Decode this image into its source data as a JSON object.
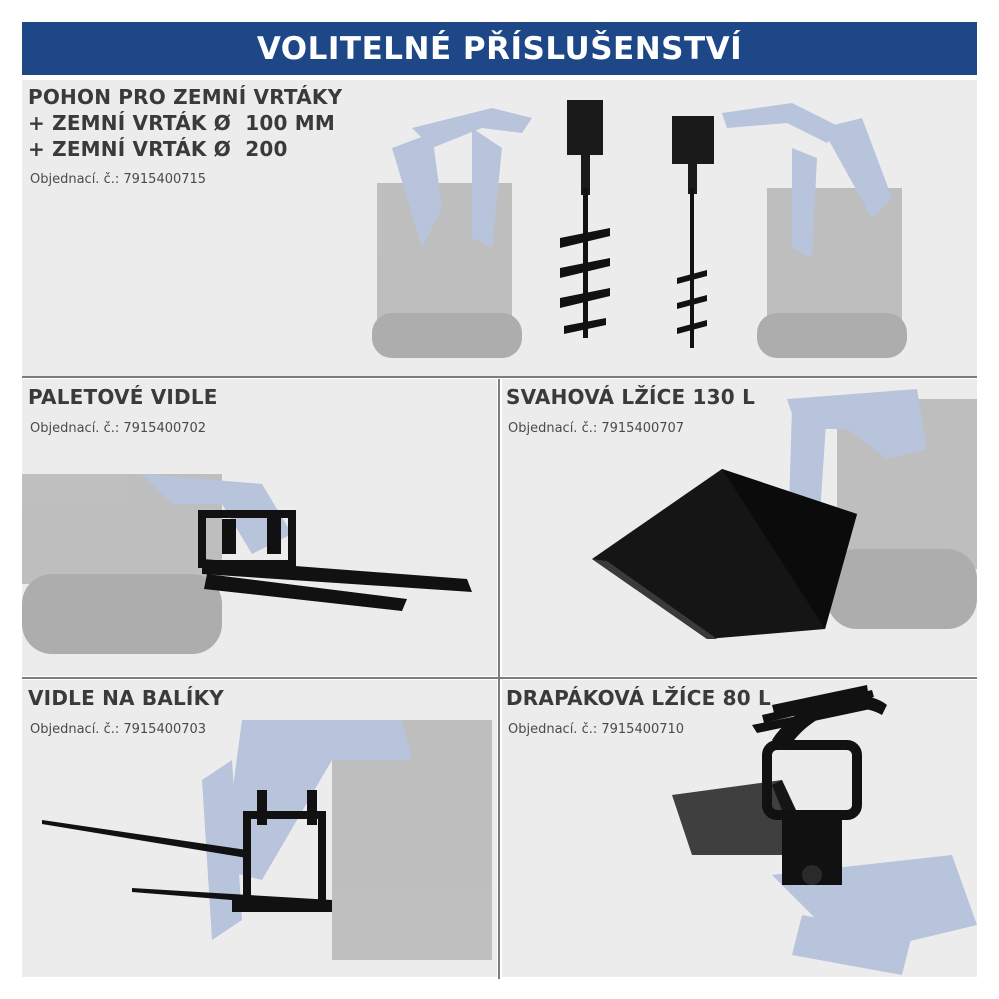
{
  "header": {
    "title": "VOLITELNÉ PŘÍSLUŠENSTVÍ"
  },
  "items": [
    {
      "title_lines": [
        "POHON PRO ZEMNÍ VRTÁKY",
        "+ ZEMNÍ VRTÁK Ø  100 MM",
        "+ ZEMNÍ VRTÁK Ø  200"
      ],
      "order": "Objednací. č.: 7915400715"
    },
    {
      "title": "PALETOVÉ VIDLE",
      "order": "Objednací. č.: 7915400702"
    },
    {
      "title": "SVAHOVÁ LŽÍCE 130 L",
      "order": "Objednací. č.: 7915400707"
    },
    {
      "title": "VIDLE NA BALÍKY",
      "order": "Objednací. č.: 7915400703"
    },
    {
      "title": "DRAPÁKOVÁ LŽÍCE 80 L",
      "order": "Objednací. č.: 7915400710"
    }
  ],
  "colors": {
    "banner": "#1d4787",
    "machine_blue": "#8ea3cf",
    "attachment": "#111111",
    "panel": "#ececec"
  }
}
